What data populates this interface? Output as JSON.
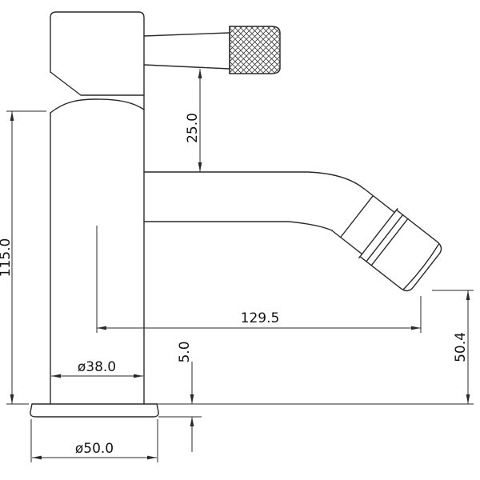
{
  "drawing": {
    "type": "technical-dimension-drawing",
    "subject": "single-lever bidet mixer tap, side view",
    "colors": {
      "line": "#2a2a2a",
      "background": "#ffffff"
    },
    "dimensions": {
      "total_height": "115.0",
      "handle_clearance": "25.0",
      "spout_reach": "129.5",
      "outlet_height": "50.4",
      "base_height": "5.0",
      "body_diameter": "ø38.0",
      "base_diameter": "ø50.0"
    }
  }
}
